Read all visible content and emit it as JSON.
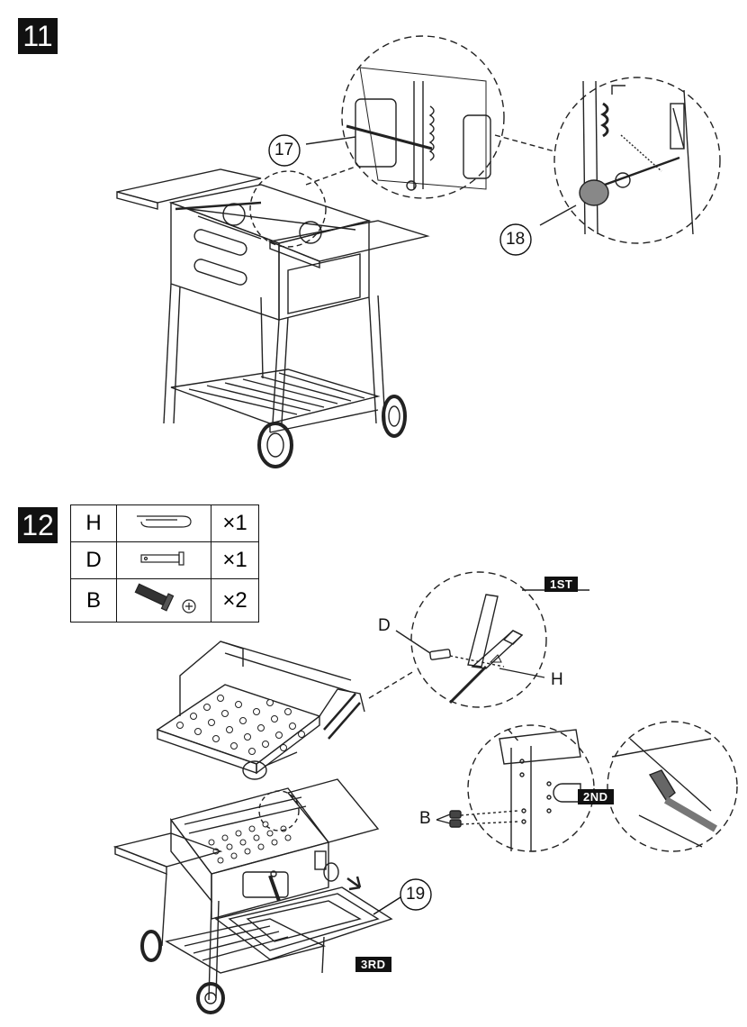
{
  "step11": {
    "number": "11",
    "callouts": [
      "17",
      "18"
    ]
  },
  "step12": {
    "number": "12",
    "parts": [
      {
        "letter": "H",
        "icon": "hitch-pin-clip-icon",
        "qty": "×1"
      },
      {
        "letter": "D",
        "icon": "clevis-pin-icon",
        "qty": "×1"
      },
      {
        "letter": "B",
        "icon": "bolt-icon",
        "qty": "×2"
      }
    ],
    "labels": {
      "d": "D",
      "h": "H",
      "b": "B"
    },
    "tags": {
      "first": "1ST",
      "second": "2ND",
      "third": "3RD"
    },
    "callouts": [
      "19"
    ]
  }
}
